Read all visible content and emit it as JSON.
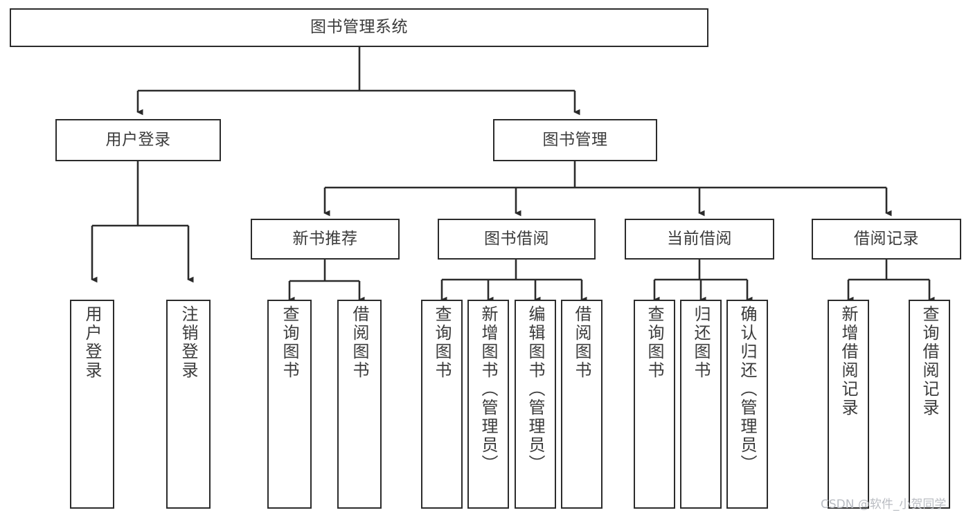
{
  "diagram": {
    "title": "图书管理系统",
    "type": "hierarchy-tree",
    "watermark": "CSDN @软件_小贺同学",
    "colors": {
      "box_border": "#2b2b2b",
      "box_fill": "#ffffff",
      "text": "#3b3b3b",
      "edge": "#2b2b2b",
      "watermark": "#b9bcc2",
      "background": "#ffffff"
    },
    "nodes": {
      "root": {
        "label": "图书管理系统"
      },
      "level2": [
        {
          "label": "用户登录"
        },
        {
          "label": "图书管理"
        }
      ],
      "level3": [
        {
          "label": "新书推荐"
        },
        {
          "label": "图书借阅"
        },
        {
          "label": "当前借阅"
        },
        {
          "label": "借阅记录"
        }
      ],
      "leaves_user_login": [
        {
          "label": "用户登录"
        },
        {
          "label": "注销登录"
        }
      ],
      "leaves_new_books": [
        {
          "label": "查询图书"
        },
        {
          "label": "借阅图书"
        }
      ],
      "leaves_borrow": [
        {
          "label": "查询图书"
        },
        {
          "label": "新增图书（管理员）"
        },
        {
          "label": "编辑图书（管理员）"
        },
        {
          "label": "借阅图书"
        }
      ],
      "leaves_current": [
        {
          "label": "查询图书"
        },
        {
          "label": "归还图书"
        },
        {
          "label": "确认归还（管理员）"
        }
      ],
      "leaves_records": [
        {
          "label": "新增借阅记录"
        },
        {
          "label": "查询借阅记录"
        }
      ]
    }
  }
}
